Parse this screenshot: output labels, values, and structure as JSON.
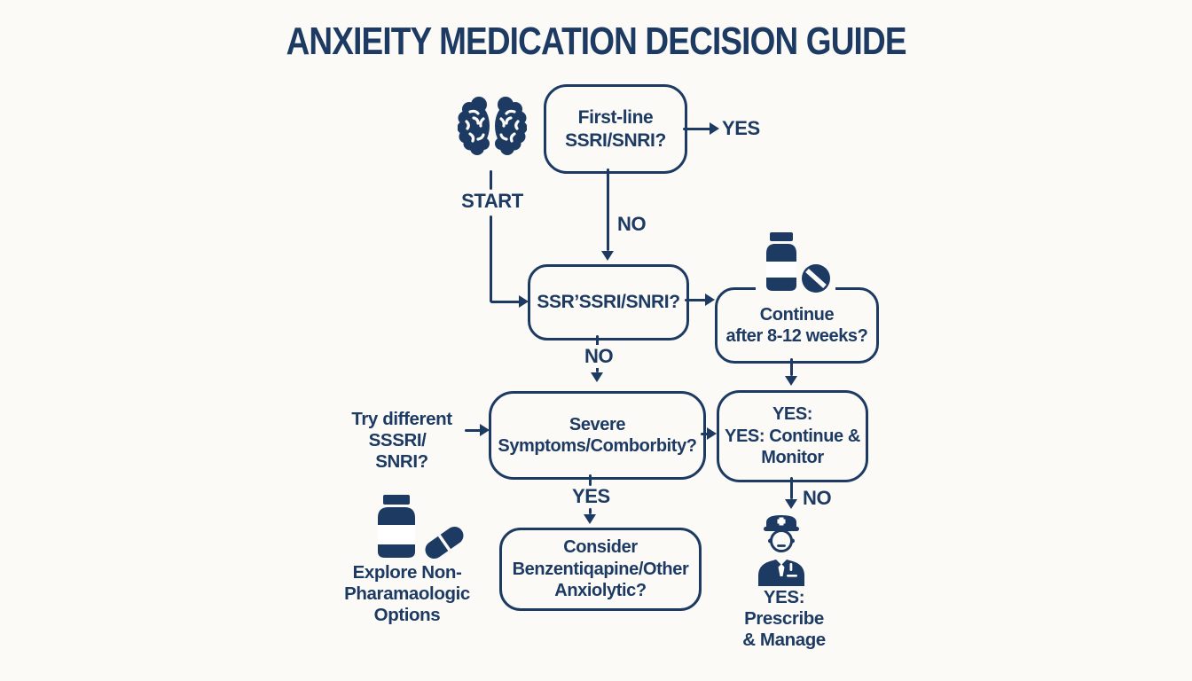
{
  "meta": {
    "title": "ANXIEITY MEDICATION DECISION GUIDE"
  },
  "colors": {
    "ink": "#1d3a63",
    "background": "#fbfaf7",
    "bottle_label": "#ffffff"
  },
  "flow": {
    "start_label": "START",
    "boxes": {
      "first_line": "First-line\nSSRI/SNRI?",
      "ssri_retry": "SSR’SSRI/SNRI?",
      "continue_weeks": "Continue\nafter 8-12 weeks?",
      "severe_symptoms": "Severe\nSymptoms/Comborbity?",
      "yes_continue_monitor": "YES:\nYES: Continue &\nMonitor",
      "consider_anxiolytic": "Consider\nBenzentiqapine/Other\nAnxiolytic?"
    },
    "edge_labels": {
      "first_line_yes": "YES",
      "first_line_no": "NO",
      "ssri_retry_no": "NO",
      "severe_yes": "YES",
      "monitor_no": "NO"
    },
    "side_notes": {
      "try_different": "Try different\nSSSRI/ SNRI?",
      "explore_nonpharm": "Explore Non-\nPharamaologic\nOptions",
      "prescribe_manage": "YES: Prescribe\n& Manage"
    },
    "icons": {
      "brain": "brain-icon",
      "meds_top": "pill-bottle-and-tablet-icon",
      "meds_bottom": "pill-bottle-and-capsule-icon",
      "doctor": "doctor-icon"
    }
  }
}
